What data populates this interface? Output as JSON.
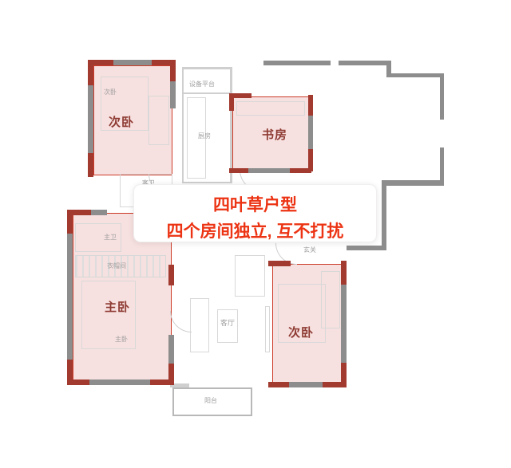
{
  "annotation": {
    "line1": "四叶草户型",
    "line2": "四个房间独立, 互不打扰"
  },
  "rooms": [
    {
      "id": "bedroom-top-left",
      "label": "次卧"
    },
    {
      "id": "study",
      "label": "书房"
    },
    {
      "id": "master-bedroom",
      "label": "主卧"
    },
    {
      "id": "bedroom-bottom-right",
      "label": "次卧"
    }
  ],
  "area_labels": {
    "equipment_platform": "设备平台",
    "kitchen": "厨房",
    "guest_bathroom": "客卫",
    "entry": "玄关",
    "living_room": "客厅",
    "balcony": "阳台",
    "master_bathroom": "主卫",
    "closet": "衣帽间",
    "bedroom_top_small": "次卧",
    "master_small": "主卧"
  },
  "colors": {
    "highlight_fill": "#f2d7d5",
    "highlight_border": "#cc3a28",
    "accent_wall": "#a23a30",
    "wall": "#8d8d8d",
    "annotation_text": "#ec3313",
    "room_label": "#8e3b33"
  }
}
